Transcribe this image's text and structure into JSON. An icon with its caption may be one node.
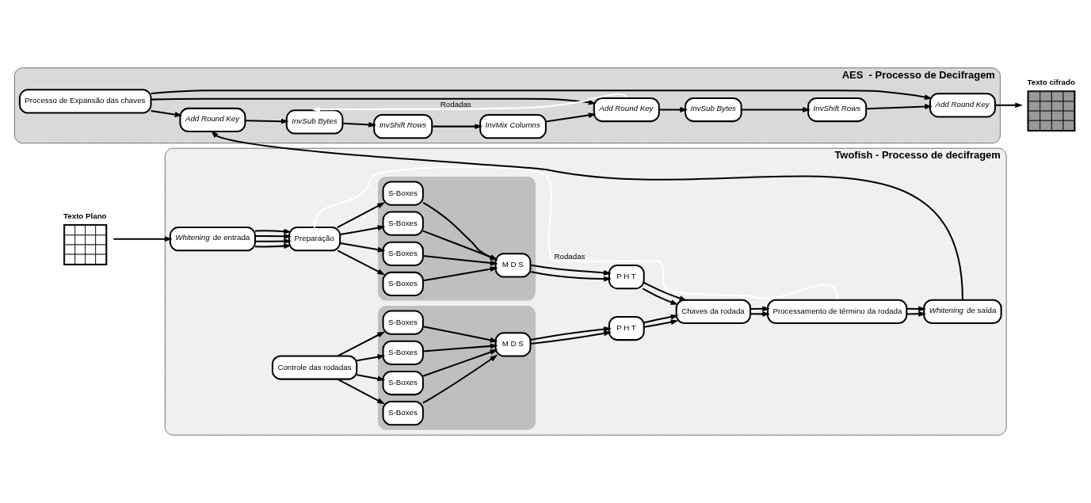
{
  "diagram": {
    "nodes": [
      {
        "text": [
          "AES  - Processo de Decifragem"
        ]
      },
      {
        "text": [
          "Processo de Expansão das chaves"
        ],
        "in": 0
      },
      {
        "text": [
          "Add Round Key"
        ],
        "in": 0
      },
      {
        "text": [
          "InvSub Bytes"
        ],
        "in": 0
      },
      {
        "text": [
          "InvShift Rows"
        ],
        "in": 0
      },
      {
        "text": [
          "InvMix Columns"
        ],
        "in": 0
      },
      {
        "text": [
          "Add Round Key"
        ],
        "in": 0
      },
      {
        "text": [
          "InvSub Bytes"
        ],
        "in": 0
      },
      {
        "text": [
          "InvShift Rows"
        ],
        "in": 0
      },
      {
        "text": [
          "Add Round Key"
        ],
        "in": 0
      },
      {
        "text": [
          "Texto cifrado"
        ]
      },
      {
        "text": [
          "Twofish - Processo de decifragem"
        ]
      },
      {
        "text": [
          "Texto Plano"
        ]
      },
      {
        "text": [
          "*Whitening* de entrada"
        ],
        "in": 11
      },
      {
        "text": [
          "Preparação"
        ],
        "in": 11
      },
      {
        "text": [],
        "shape": "box",
        "in": 11
      },
      {
        "text": [
          "S-Boxes"
        ],
        "in": 15
      },
      {
        "text": [
          "S-Boxes"
        ],
        "in": 15
      },
      {
        "text": [
          "S-Boxes"
        ],
        "in": 15
      },
      {
        "text": [
          "S-Boxes"
        ],
        "in": 15
      },
      {
        "text": [
          "M D S"
        ],
        "in": 15
      },
      {
        "text": [
          "P H T"
        ],
        "in": 11
      },
      {
        "text": [
          "Chaves da rodada"
        ],
        "in": 11
      },
      {
        "text": [
          "Processamento de término da rodada"
        ],
        "in": 11
      },
      {
        "text": [
          "*Whitening* de saída"
        ],
        "in": 11
      },
      {
        "text": [
          "Controle das rodadas"
        ],
        "in": 11
      },
      {
        "text": [],
        "shape": "box",
        "in": 11
      },
      {
        "text": [
          "S-Boxes"
        ],
        "in": 26
      },
      {
        "text": [
          "S-Boxes"
        ],
        "in": 26
      },
      {
        "text": [
          "S-Boxes"
        ],
        "in": 26
      },
      {
        "text": [
          "S-Boxes"
        ],
        "in": 26
      },
      {
        "text": [
          "M D S"
        ],
        "in": 26
      },
      {
        "text": [
          "P H T"
        ],
        "in": 11
      }
    ],
    "edges": [
      {
        "from": 1,
        "to": 2,
        "arrow": "to"
      },
      {
        "from": 1,
        "to": 6,
        "arrow": "to"
      },
      {
        "from": 1,
        "to": 9,
        "arrow": "to"
      },
      {
        "from": 2,
        "to": 3,
        "arrow": "to"
      },
      {
        "from": 3,
        "to": 4,
        "arrow": "to"
      },
      {
        "from": 4,
        "to": 5,
        "arrow": "to"
      },
      {
        "from": 5,
        "to": 6,
        "arrow": "to"
      },
      {
        "from": 6,
        "to": 3,
        "arrow": "to",
        "label": "Rodadas",
        "color": "#ffffff"
      },
      {
        "from": 6,
        "to": 7,
        "arrow": "to"
      },
      {
        "from": 7,
        "to": 8,
        "arrow": "to"
      },
      {
        "from": 8,
        "to": 9,
        "arrow": "to"
      },
      {
        "from": 9,
        "to": 10,
        "arrow": "to"
      },
      {
        "from": 12,
        "to": 13,
        "arrow": "to"
      },
      {
        "from": 13,
        "to": 14,
        "arrow": "to"
      },
      {
        "from": 13,
        "to": 14,
        "arrow": "to"
      },
      {
        "from": 13,
        "to": 14,
        "arrow": "to"
      },
      {
        "from": 13,
        "to": 14,
        "arrow": "to"
      },
      {
        "from": 14,
        "to": 16,
        "arrow": "to"
      },
      {
        "from": 14,
        "to": 17,
        "arrow": "to"
      },
      {
        "from": 14,
        "to": 18,
        "arrow": "to"
      },
      {
        "from": 14,
        "to": 19,
        "arrow": "to"
      },
      {
        "from": 16,
        "to": 20,
        "arrow": "to"
      },
      {
        "from": 17,
        "to": 20,
        "arrow": "to"
      },
      {
        "from": 18,
        "to": 20,
        "arrow": "to"
      },
      {
        "from": 19,
        "to": 20,
        "arrow": "to"
      },
      {
        "from": 20,
        "to": 21,
        "arrow": "to"
      },
      {
        "from": 20,
        "to": 21,
        "arrow": "to"
      },
      {
        "from": 21,
        "to": 22,
        "arrow": "to"
      },
      {
        "from": 21,
        "to": 22,
        "arrow": "to"
      },
      {
        "from": 22,
        "to": 23,
        "arrow": "to"
      },
      {
        "from": 22,
        "to": 23,
        "arrow": "to"
      },
      {
        "from": 23,
        "to": 24,
        "arrow": "to"
      },
      {
        "from": 23,
        "to": 24,
        "arrow": "to"
      },
      {
        "from": 23,
        "to": 14,
        "arrow": "to",
        "label": "Rodadas",
        "color": "#ffffff"
      },
      {
        "from": 24,
        "to": 2,
        "arrow": "to"
      },
      {
        "from": 25,
        "to": 27,
        "arrow": "to"
      },
      {
        "from": 25,
        "to": 28,
        "arrow": "to"
      },
      {
        "from": 25,
        "to": 29,
        "arrow": "to"
      },
      {
        "from": 25,
        "to": 30,
        "arrow": "to"
      },
      {
        "from": 27,
        "to": 31,
        "arrow": "to"
      },
      {
        "from": 28,
        "to": 31,
        "arrow": "to"
      },
      {
        "from": 29,
        "to": 31,
        "arrow": "to"
      },
      {
        "from": 30,
        "to": 31,
        "arrow": "to"
      },
      {
        "from": 31,
        "to": 32,
        "arrow": "to"
      },
      {
        "from": 31,
        "to": 32,
        "arrow": "to"
      },
      {
        "from": 32,
        "to": 22,
        "arrow": "to"
      },
      {
        "from": 32,
        "to": 22,
        "arrow": "to"
      }
    ]
  }
}
